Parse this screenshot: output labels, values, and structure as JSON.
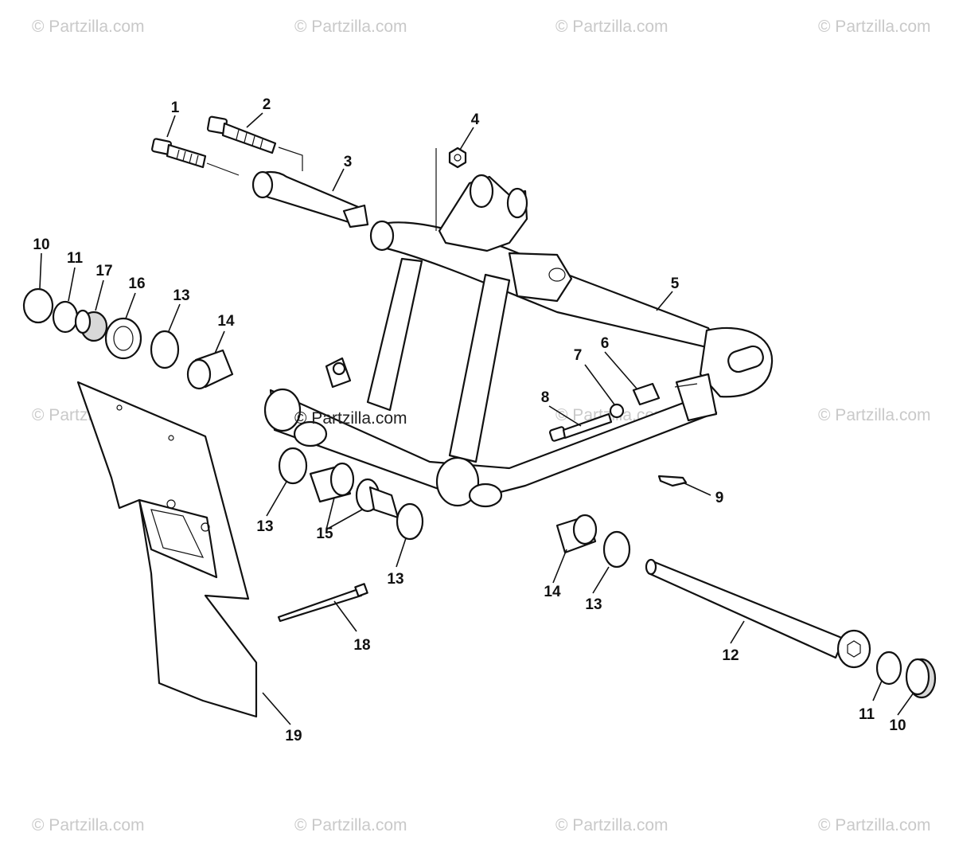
{
  "watermark": "© Partzilla.com",
  "colors": {
    "line": "#111111",
    "watermark": "#c9c9c9",
    "background": "#ffffff"
  },
  "callouts": {
    "c1": "1",
    "c2": "2",
    "c3": "3",
    "c4": "4",
    "c5": "5",
    "c6": "6",
    "c7": "7",
    "c8": "8",
    "c9": "9",
    "c10a": "10",
    "c10b": "10",
    "c11a": "11",
    "c11b": "11",
    "c12": "12",
    "c13a": "13",
    "c13b": "13",
    "c13c": "13",
    "c13d": "13",
    "c14a": "14",
    "c14b": "14",
    "c15": "15",
    "c16": "16",
    "c17": "17",
    "c18": "18",
    "c19": "19"
  }
}
